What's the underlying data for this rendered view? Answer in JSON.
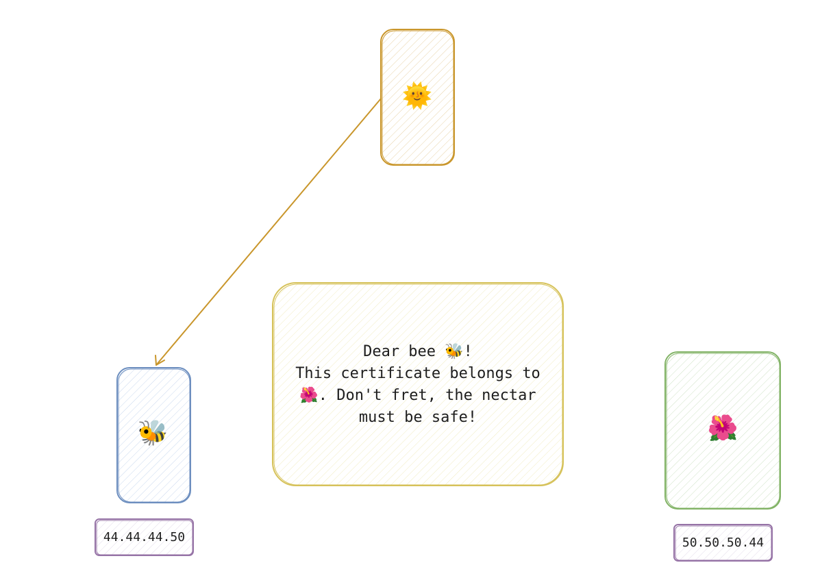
{
  "colors": {
    "sun": "#c9962b",
    "bee": "#6c8ebf",
    "flower": "#82b366",
    "label": "#9673a6",
    "note": "#d6c25a",
    "arrow": "#c9962b"
  },
  "nodes": {
    "sun": {
      "emoji": "🌞",
      "icon": "sun-with-face-icon"
    },
    "bee": {
      "emoji": "🐝",
      "icon": "honeybee-icon"
    },
    "flower": {
      "emoji": "🌺",
      "icon": "hibiscus-icon"
    }
  },
  "labels": {
    "bee_ip": "44.44.44.50",
    "flower_ip": "50.50.50.44"
  },
  "note": {
    "lines": [
      "Dear bee 🐝!",
      "This certificate belongs to",
      "🌺. Don't fret, the nectar",
      "must be safe!"
    ]
  }
}
